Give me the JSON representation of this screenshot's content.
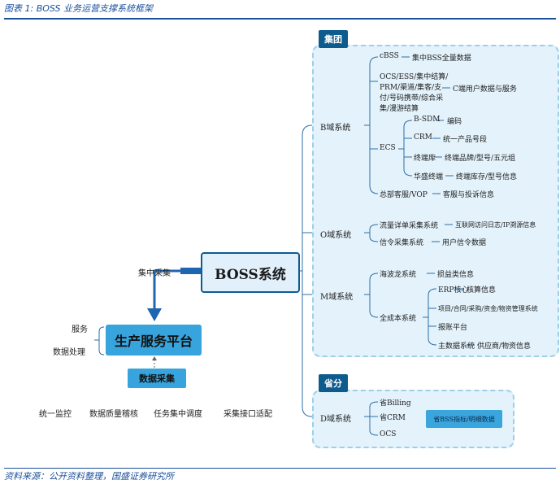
{
  "caption": "图表 1: BOSS 业务运营支撑系统框架",
  "source": "资料来源：公开资料整理，国盛证券研究所",
  "center": "BOSS系统",
  "left": {
    "arrow_label": "集中采集",
    "platform": "生产服务平台",
    "service": "服务",
    "data_processing": "数据处理",
    "collection": "数据采集",
    "bottom_items": [
      "统一监控",
      "数据质量稽核",
      "任务集中调度",
      "采集接口适配"
    ]
  },
  "group": {
    "tag": "集团",
    "b_domain": {
      "label": "B域系统",
      "cbss": "cBSS",
      "cbss_desc": "集中BSS全量数据",
      "ocs_lines": [
        "OCS/ESS/集中结算/",
        "PRM/渠道/集客/支",
        "付/号码携带/综合采",
        "集/漫游结算"
      ],
      "ocs_desc": "C端用户数据与服务",
      "ecs": "ECS",
      "ecs_items": [
        {
          "name": "B-SDM",
          "desc": "编码"
        },
        {
          "name": "CRM",
          "desc": "统一产品号段"
        },
        {
          "name": "终端库",
          "desc": "终端品牌/型号/五元组"
        },
        {
          "name": "华盛终端",
          "desc": "终端库存/型号信息"
        }
      ],
      "vop": "总部客服/VOP",
      "vop_desc": "客服与投诉信息"
    },
    "o_domain": {
      "label": "O域系统",
      "items": [
        {
          "name": "流量详单采集系统",
          "desc": "互联网访问日志/IP溯源信息"
        },
        {
          "name": "信令采集系统",
          "desc": "用户信令数据"
        }
      ]
    },
    "m_domain": {
      "label": "M域系统",
      "hailong": "海波龙系统",
      "hailong_desc": "损益类信息",
      "cost": "全成本系统",
      "erp": "ERP核心",
      "erp_desc": "核算信息",
      "project": "项目/合同/采购/资金/物资管理系统",
      "report": "报账平台",
      "master": "主数据系统",
      "master_desc": "供应商/物资信息"
    }
  },
  "province": {
    "tag": "省分",
    "d_domain": {
      "label": "D域系统",
      "items": [
        "省Billing",
        "省CRM",
        "OCS"
      ],
      "box": "省BSS指标/明细数据"
    }
  },
  "colors": {
    "brand_blue": "#1a4f9c",
    "dark_blue": "#0e5c8e",
    "light_blue": "#38a4dd",
    "zone_fill": "#e3f2fb"
  }
}
